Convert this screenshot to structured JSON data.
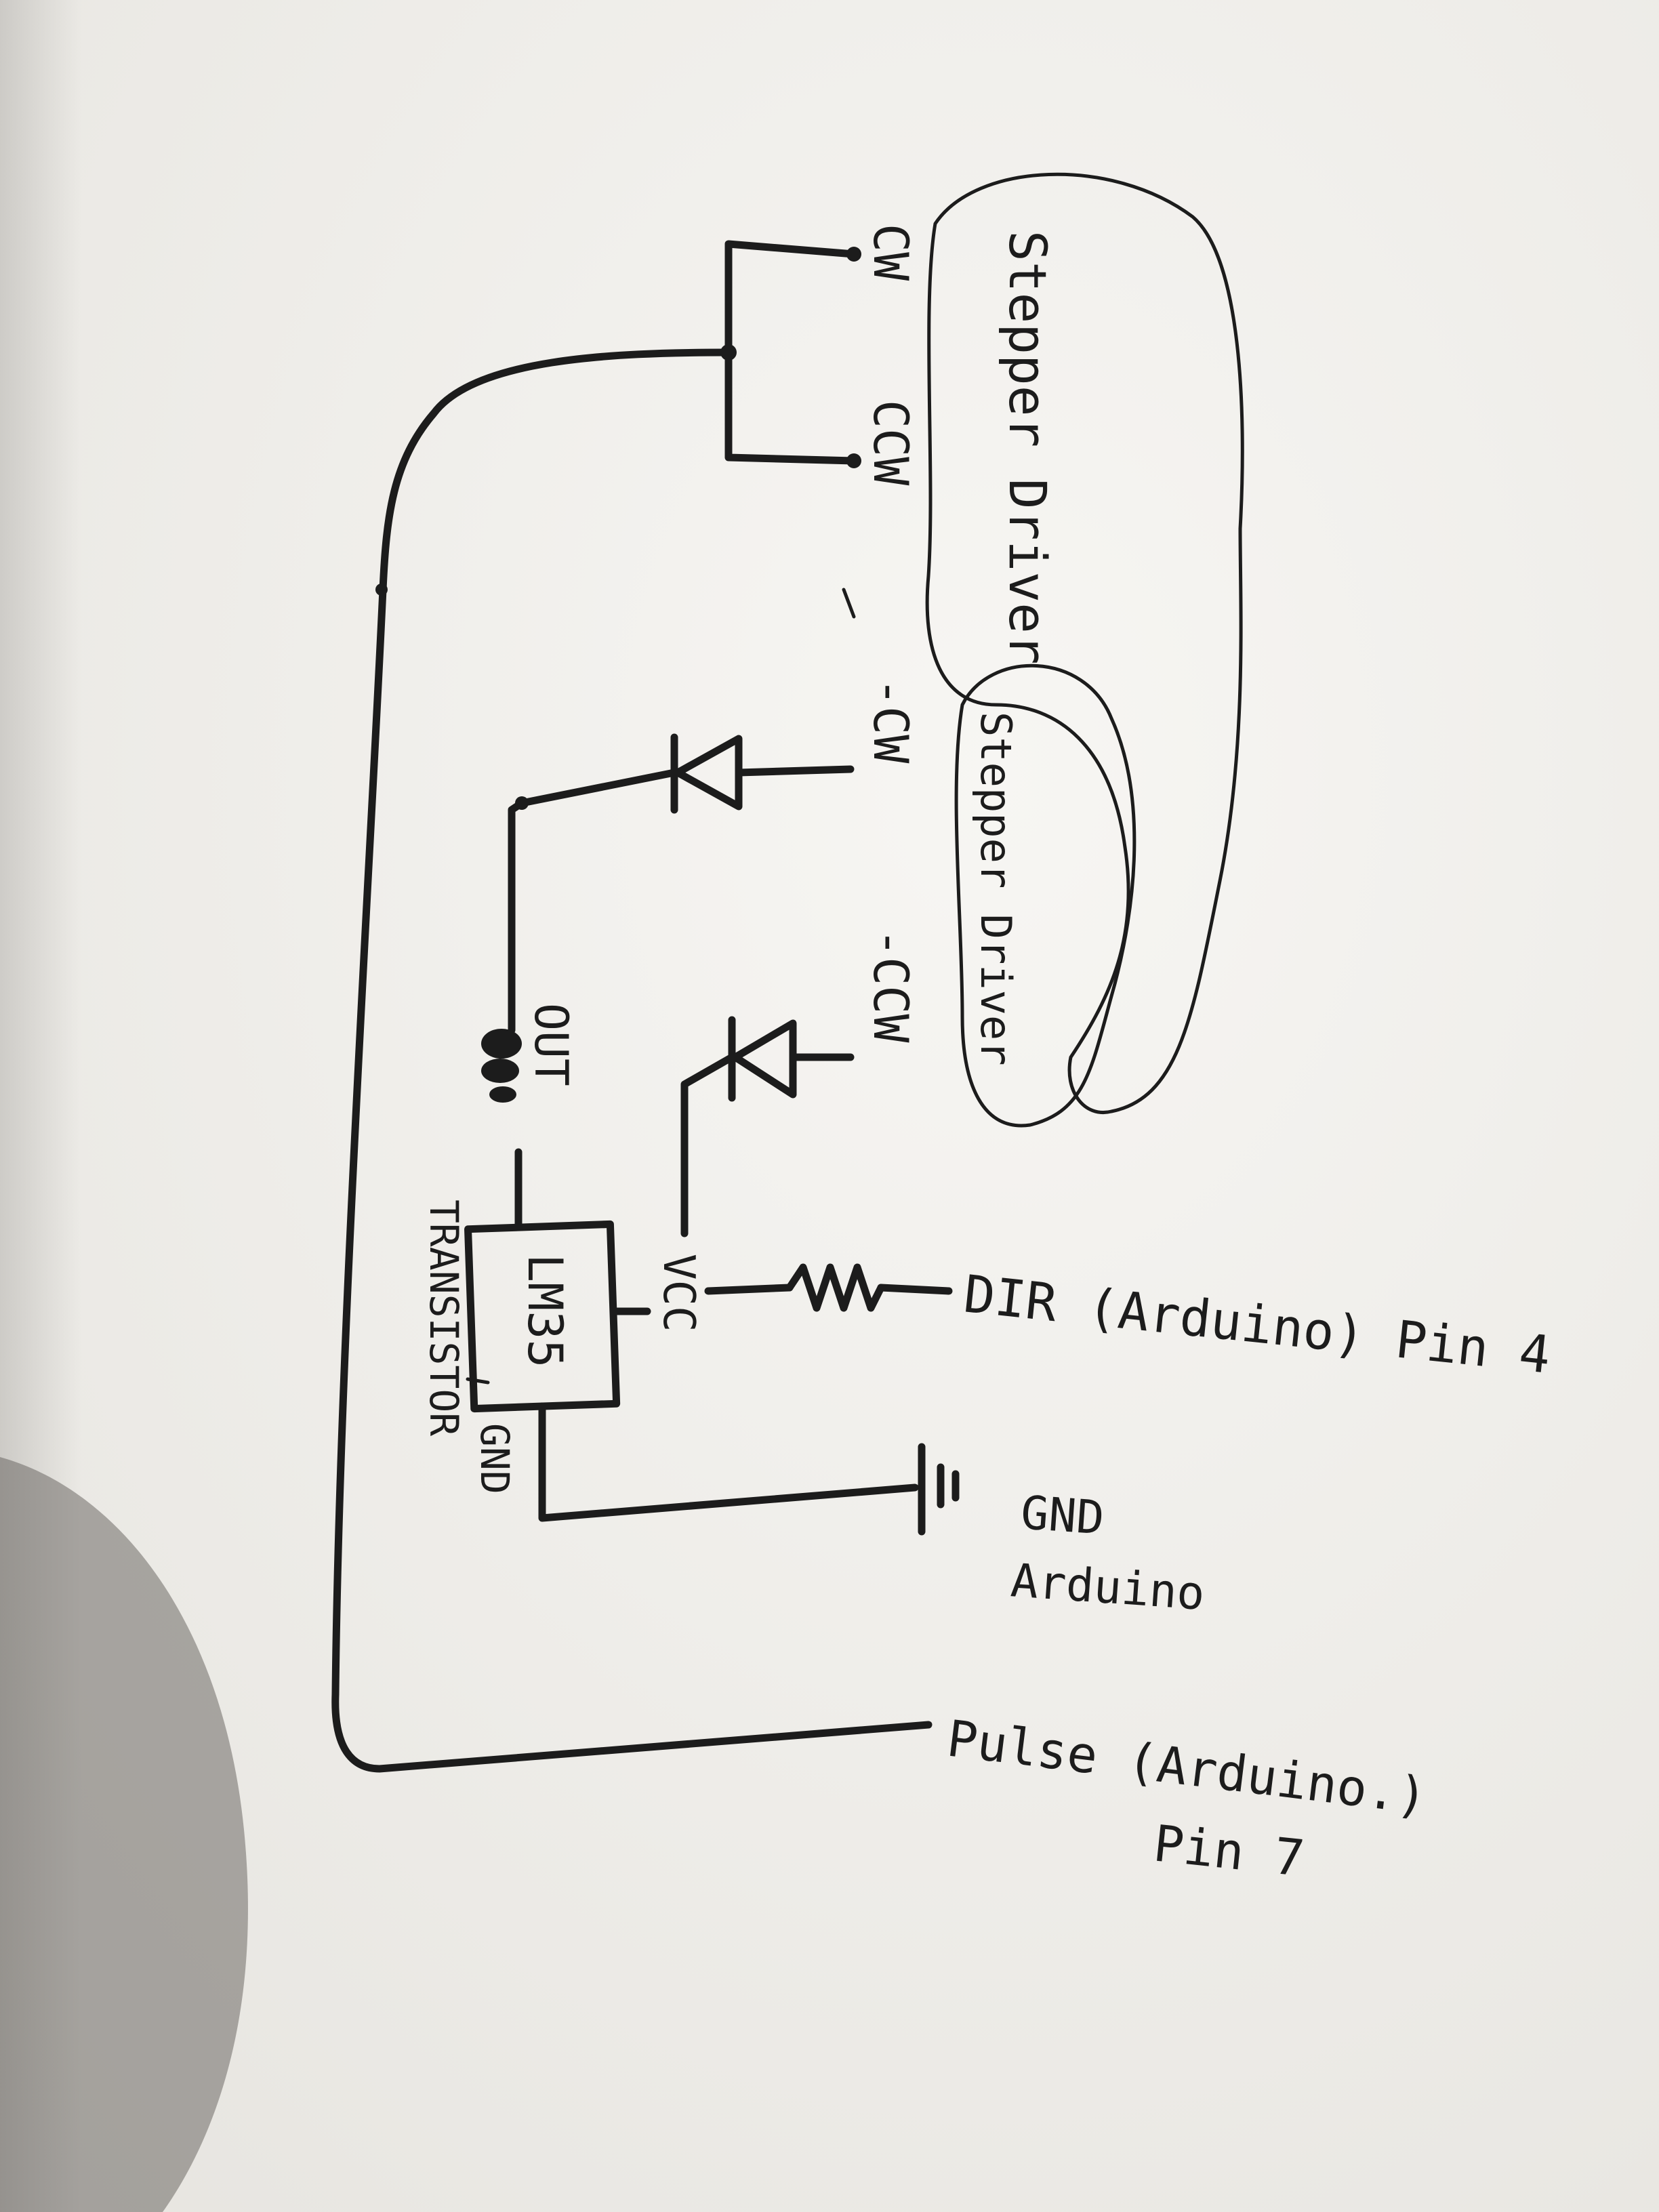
{
  "colors": {
    "paper": "#f4f3f0",
    "shadow": "#9e9b96",
    "ink": "#1c1c1c"
  },
  "labels": {
    "stepper_driver_1": "Stepper Driver",
    "stepper_driver_2": "Stepper Driver",
    "cw_1": "CW",
    "ccw_1": "CCW",
    "cw_2": "-CW",
    "ccw_2": "-CCW",
    "out": "OUT",
    "transistor_part": "LM35",
    "transistor_caption": "TRANSISTOR",
    "vcc": "VCC",
    "gnd_pin": "GND",
    "dir_line": "DIR (Arduino) Pin 4",
    "gnd_arduino_line1": "GND",
    "gnd_arduino_line2": "Arduino",
    "pulse_line1": "Pulse (Arduino.)",
    "pulse_line2": "Pin 7"
  }
}
